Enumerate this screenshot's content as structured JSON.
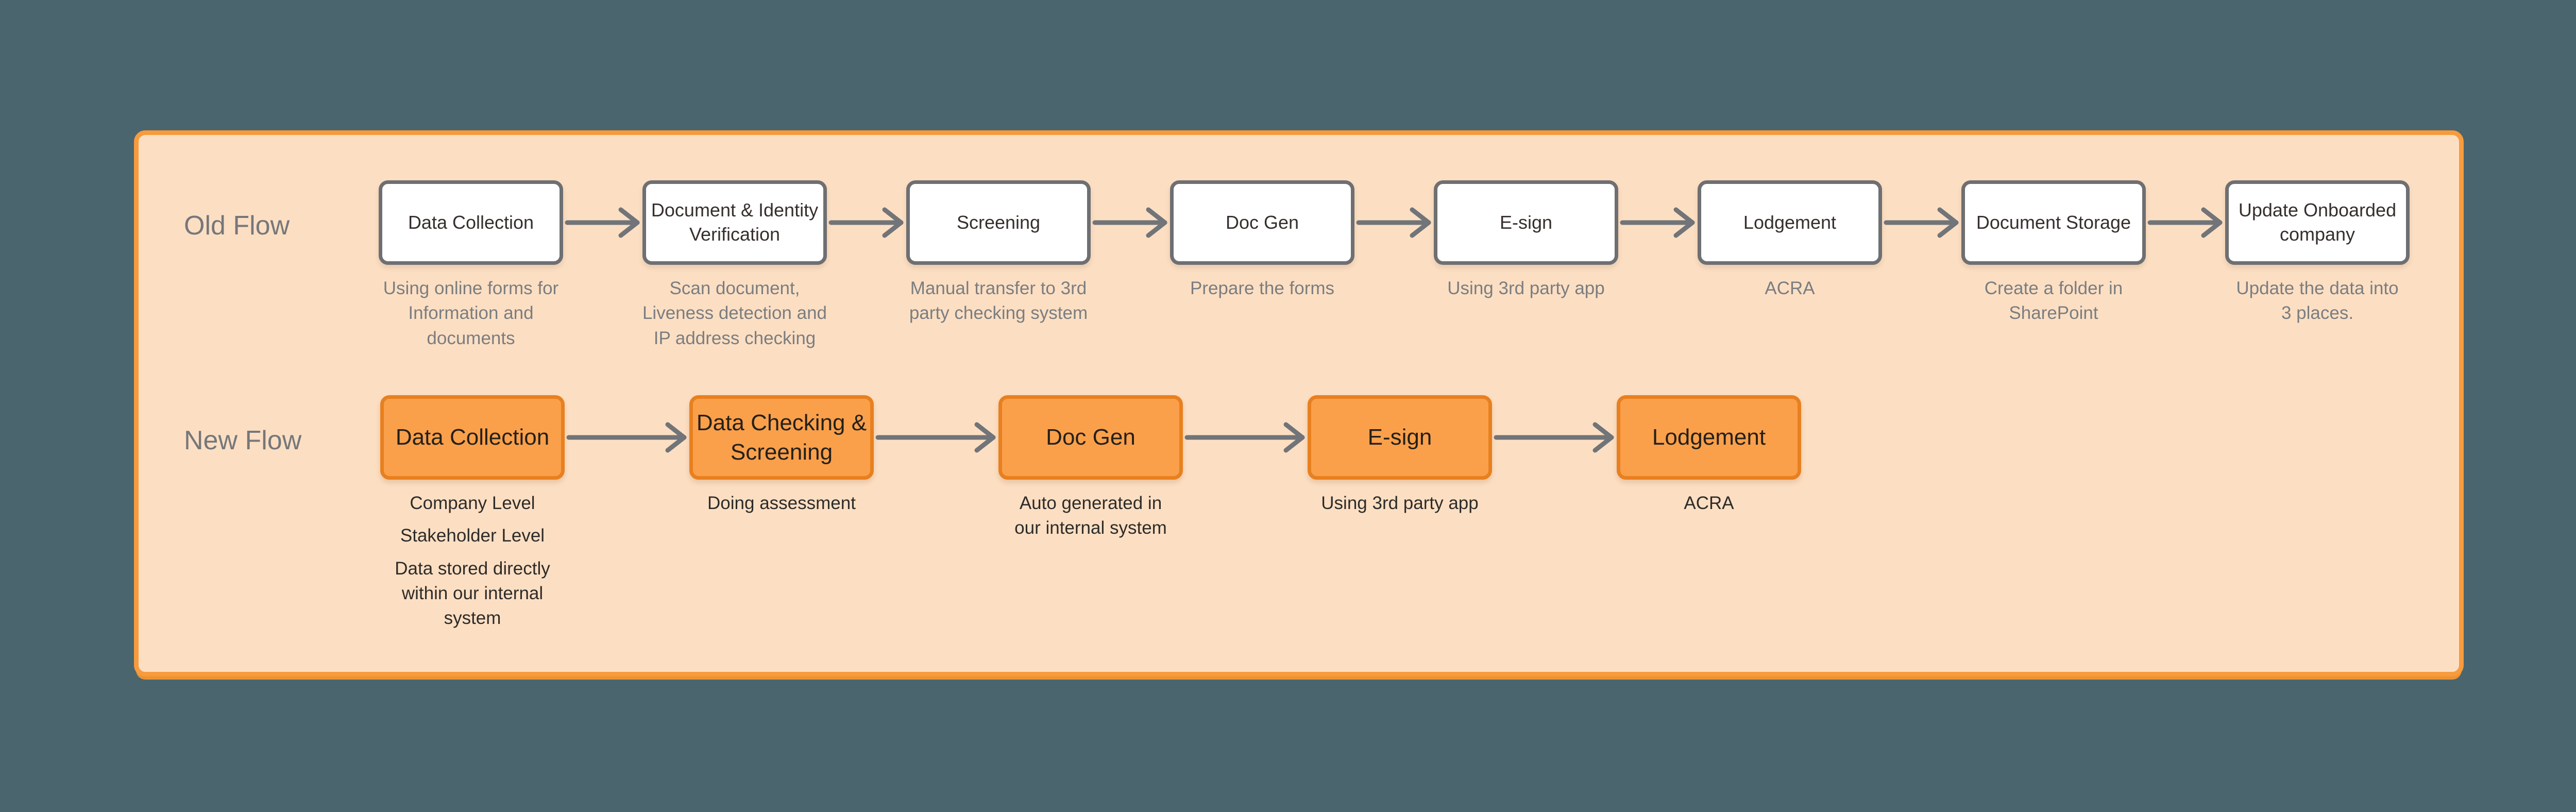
{
  "colors": {
    "page_bg": "#4a656e",
    "panel_bg": "#fcdfc3",
    "panel_border": "#f79b3d",
    "old_box_bg": "#ffffff",
    "old_box_border": "#6e6f72",
    "new_box_bg": "#faa04b",
    "new_box_border": "#e8801f",
    "arrow": "#717478"
  },
  "rows": [
    {
      "label": "Old Flow",
      "theme": "old",
      "steps": [
        {
          "title": "Data Collection",
          "caption": [
            "Using online forms for\nInformation and\ndocuments"
          ]
        },
        {
          "title": "Document & Identity\nVerification",
          "caption": [
            "Scan document,\nLiveness detection and\nIP address checking"
          ]
        },
        {
          "title": "Screening",
          "caption": [
            "Manual transfer to 3rd\nparty checking system"
          ]
        },
        {
          "title": "Doc Gen",
          "caption": [
            "Prepare the forms"
          ]
        },
        {
          "title": "E-sign",
          "caption": [
            "Using 3rd party app"
          ]
        },
        {
          "title": "Lodgement",
          "caption": [
            "ACRA"
          ]
        },
        {
          "title": "Document Storage",
          "caption": [
            "Create a folder in\nSharePoint"
          ]
        },
        {
          "title": "Update Onboarded\ncompany",
          "caption": [
            "Update the data into\n3 places."
          ]
        }
      ]
    },
    {
      "label": "New Flow",
      "theme": "new",
      "steps": [
        {
          "title": "Data Collection",
          "caption": [
            "Company Level",
            "Stakeholder Level",
            "Data stored directly\nwithin our internal\nsystem"
          ]
        },
        {
          "title": "Data Checking &\nScreening",
          "caption": [
            "Doing assessment"
          ]
        },
        {
          "title": "Doc Gen",
          "caption": [
            "Auto generated in\nour internal system"
          ]
        },
        {
          "title": "E-sign",
          "caption": [
            "Using 3rd party app"
          ]
        },
        {
          "title": "Lodgement",
          "caption": [
            "ACRA"
          ]
        }
      ]
    }
  ]
}
